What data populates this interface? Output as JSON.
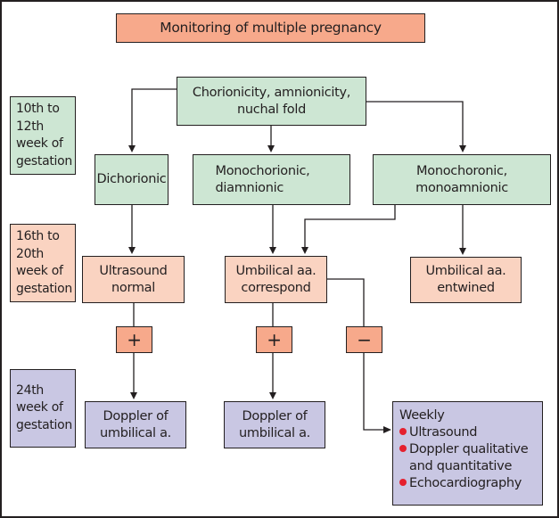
{
  "title": "Monitoring of multiple pregnancy",
  "colors": {
    "stage1": "#cde6d3",
    "stage2": "#fad3c1",
    "stage3": "#c9c7e3",
    "sign": "#f7a98b",
    "bullet": "#e5202e"
  },
  "stages": [
    {
      "lines": [
        "10th to",
        "12th",
        "week of",
        "gestation"
      ]
    },
    {
      "lines": [
        "16th to",
        "20th",
        "week of",
        "gestation"
      ]
    },
    {
      "lines": [
        "24th",
        "week of",
        "gestation"
      ]
    }
  ],
  "nodes": {
    "root": {
      "lines": [
        "Chorionicity, amnionicity,",
        "nuchal fold"
      ]
    },
    "dichorionic": {
      "lines": [
        "Dichorionic"
      ]
    },
    "mono_di": {
      "lines": [
        "Monochorionic,",
        "diamnionic"
      ]
    },
    "mono_mono": {
      "lines": [
        "Monochoronic,",
        "monoamnionic"
      ]
    },
    "ultrasound_normal": {
      "lines": [
        "Ultrasound",
        "normal"
      ]
    },
    "umbilical_correspond": {
      "lines": [
        "Umbilical aa.",
        "correspond"
      ]
    },
    "umbilical_entwined": {
      "lines": [
        "Umbilical aa.",
        "entwined"
      ]
    },
    "plus_left": {
      "label": "+"
    },
    "plus_mid": {
      "label": "+"
    },
    "minus": {
      "label": "−"
    },
    "doppler_left": {
      "lines": [
        "Doppler of",
        "umbilical a."
      ]
    },
    "doppler_mid": {
      "lines": [
        "Doppler of",
        "umbilical a."
      ]
    },
    "weekly": {
      "heading": "Weekly",
      "items": [
        {
          "lines": [
            "Ultrasound"
          ]
        },
        {
          "lines": [
            "Doppler qualitative",
            "and quantitative"
          ]
        },
        {
          "lines": [
            "Echocardiography"
          ]
        }
      ]
    }
  }
}
